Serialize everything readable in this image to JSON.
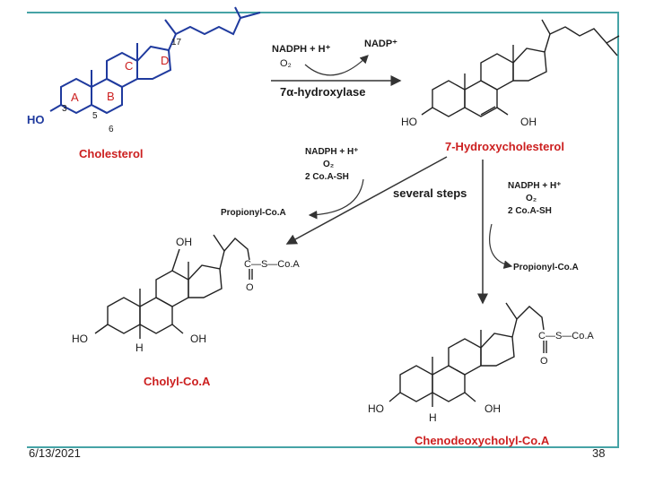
{
  "footer": {
    "date": "6/13/2021",
    "page": "38"
  },
  "cholesterol": {
    "name": "Cholesterol",
    "rings": [
      "A",
      "B",
      "C",
      "D"
    ],
    "positions": [
      "3",
      "5",
      "6",
      "17"
    ],
    "oh": "HO"
  },
  "step1": {
    "cofactor_in": "NADPH + H⁺",
    "cofactor_out": "NADP⁺",
    "o2": "O₂",
    "enzyme": "7α-hydroxylase"
  },
  "hydroxycholesterol": {
    "name": "7-Hydroxycholesterol",
    "oh_left": "HO",
    "oh_right": "OH"
  },
  "middle": {
    "several": "several steps",
    "left_reagents": [
      "NADPH + H⁺",
      "O₂",
      "2 Co.A-SH"
    ],
    "left_product": "Propionyl-Co.A",
    "right_reagents": [
      "NADPH + H⁺",
      "O₂",
      "2 Co.A-SH"
    ],
    "right_product": "Propionyl-Co.A"
  },
  "cholyl": {
    "name": "Cholyl-Co.A",
    "oh_top": "OH",
    "oh_left": "HO",
    "oh_right": "OH",
    "h": "H",
    "thioester": "C—S—Co.A",
    "o": "O"
  },
  "cheno": {
    "name": "Chenodeoxycholyl-Co.A",
    "oh_left": "HO",
    "oh_right": "OH",
    "h": "H",
    "thioester": "C—S—Co.A",
    "o": "O"
  }
}
